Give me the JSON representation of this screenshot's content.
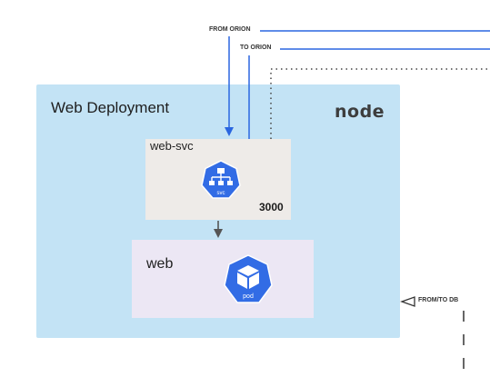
{
  "deployment": {
    "title": "Web Deployment",
    "logo_text": "node"
  },
  "service": {
    "title": "web-svc",
    "port": "3000",
    "icon_label": "svc"
  },
  "pod": {
    "title": "web",
    "icon_label": "pod"
  },
  "connections": {
    "from_orion": "FROM ORION",
    "to_orion": "TO ORION",
    "db": "FROM/TO DB"
  },
  "colors": {
    "deployment_bg": "#c3e3f5",
    "service_bg": "#eeebe8",
    "pod_bg": "#ece7f4",
    "k8s_blue": "#326ce5",
    "line_blue": "#2a66e0"
  }
}
